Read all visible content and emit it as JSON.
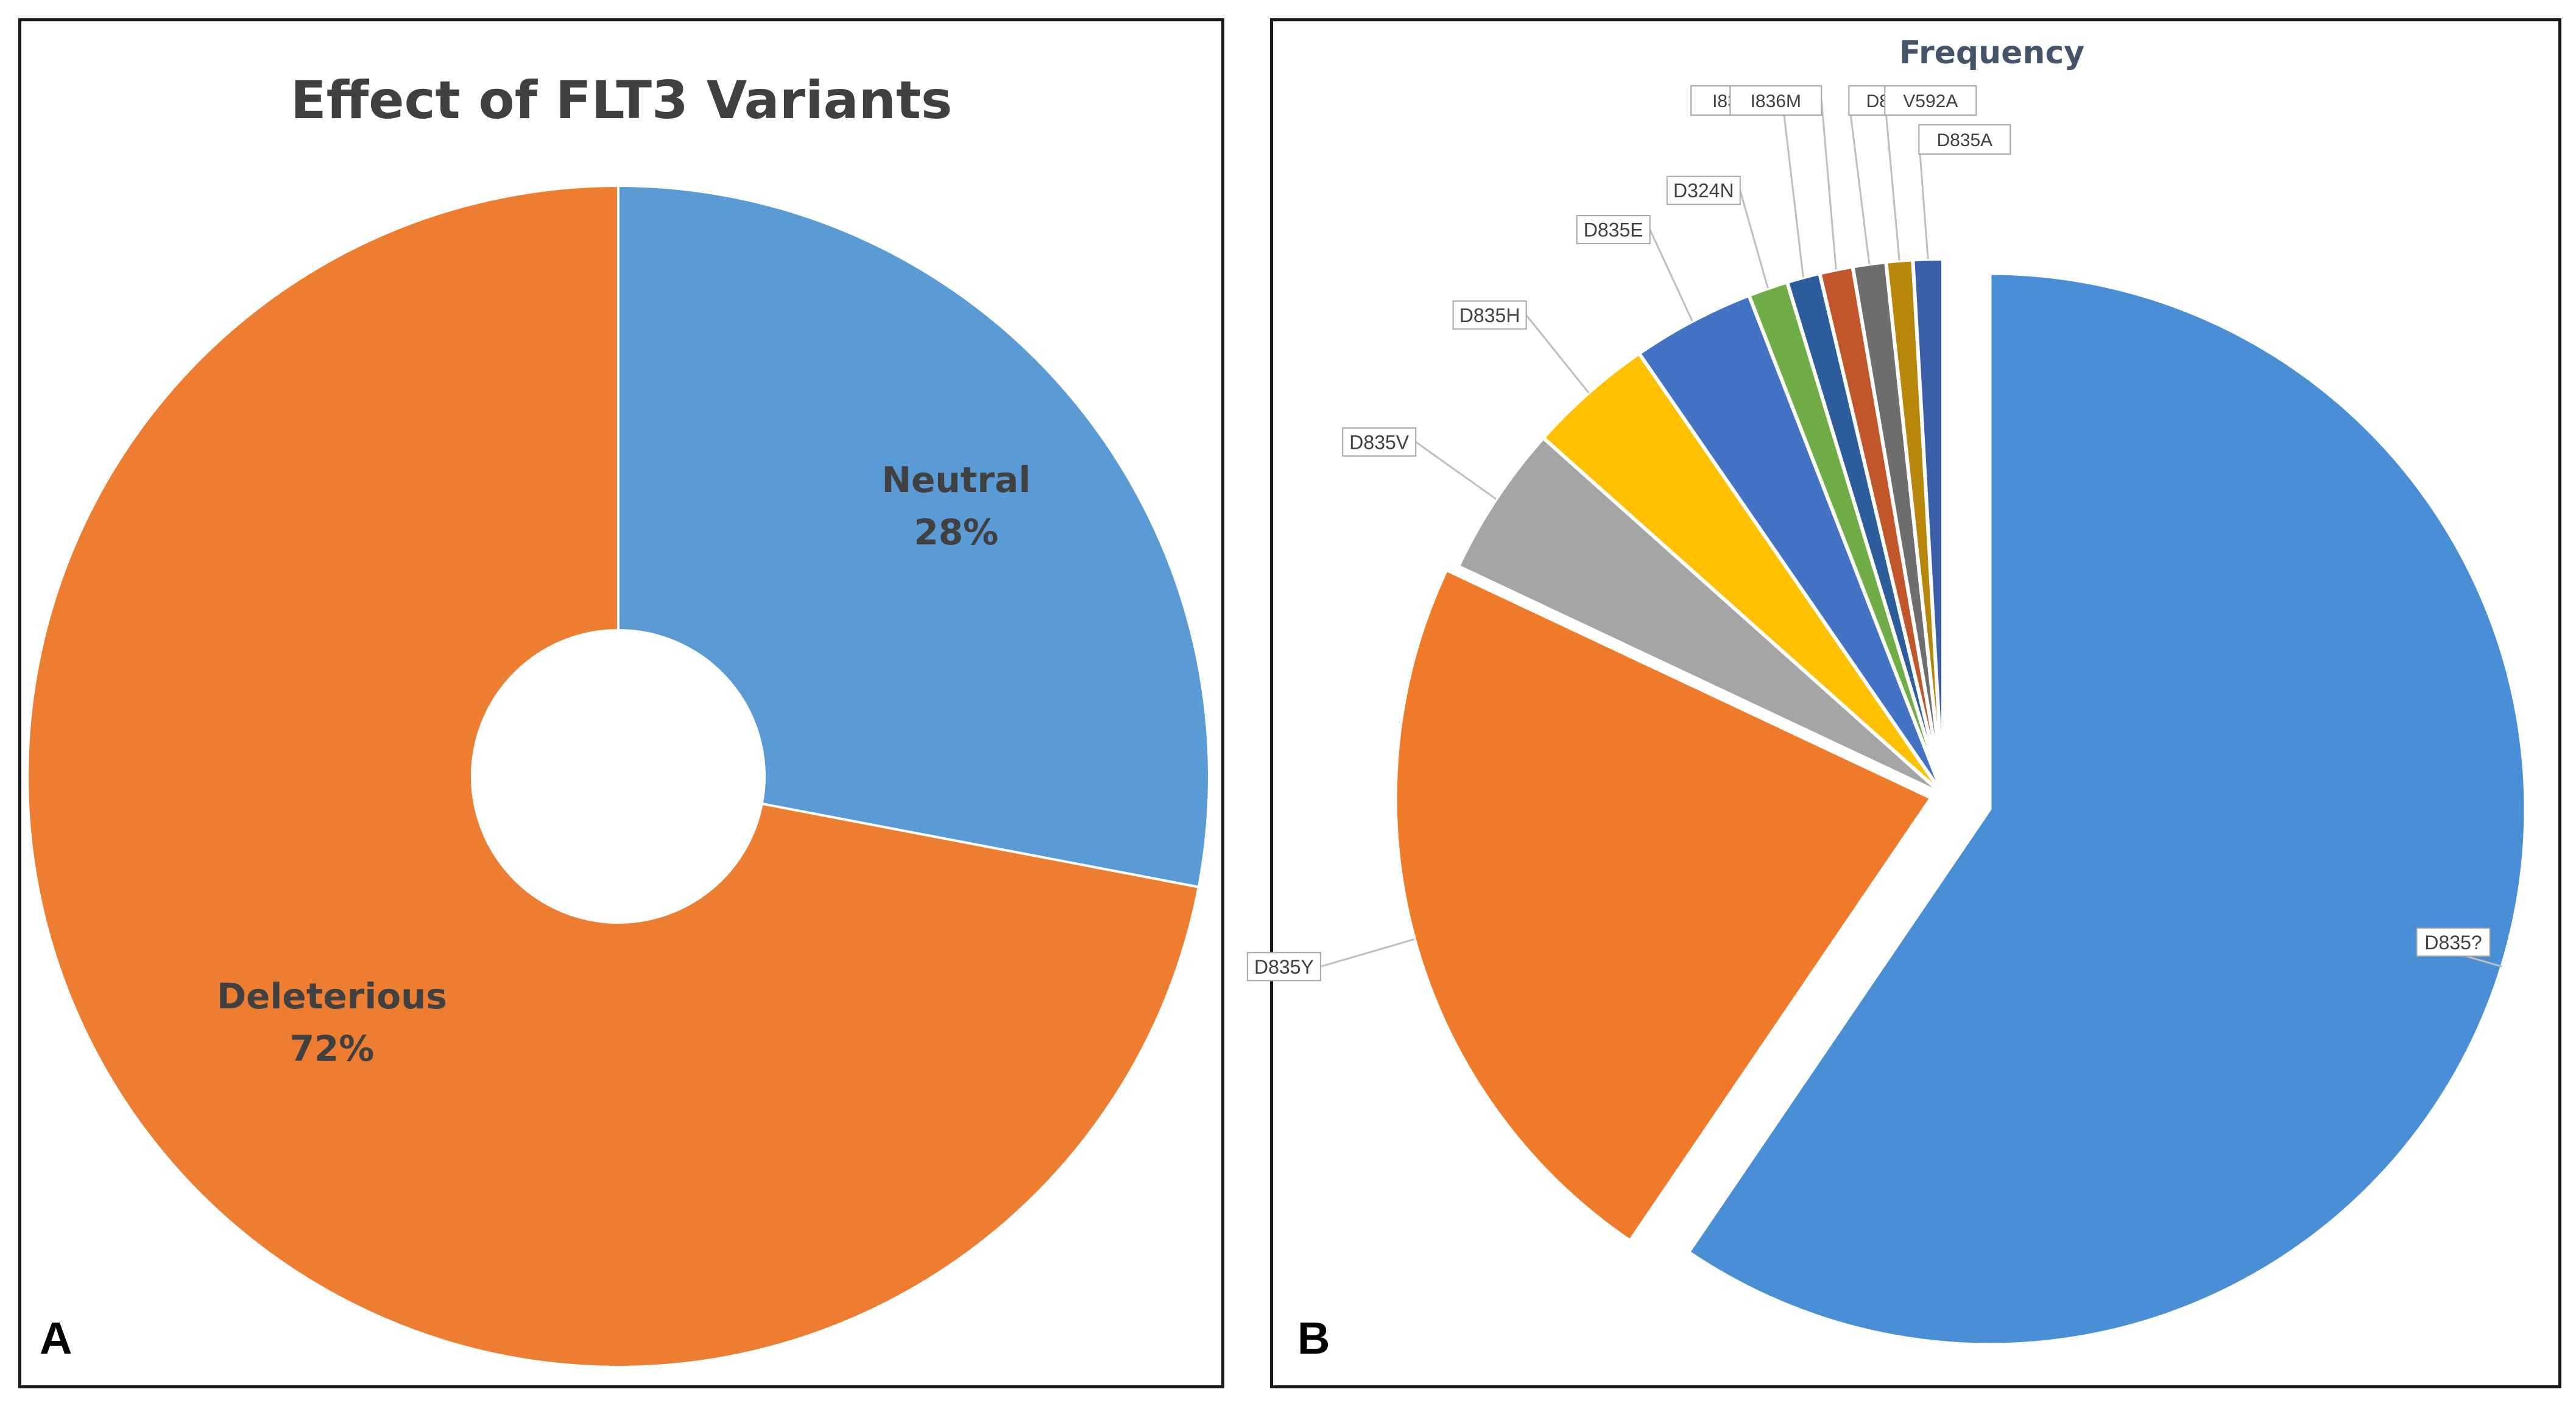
{
  "panels": {
    "a_label": "A",
    "b_label": "B"
  },
  "chart_data": [
    {
      "type": "pie",
      "title": "Effect of FLT3 Variants",
      "donut": true,
      "slices": [
        {
          "label": "Neutral",
          "value": 28,
          "display": "28%",
          "color": "#5b9bd5"
        },
        {
          "label": "Deleterious",
          "value": 72,
          "display": "72%",
          "color": "#ed7d31"
        }
      ]
    },
    {
      "type": "pie",
      "title": "Frequency",
      "exploded": true,
      "slices": [
        {
          "label": "D835?",
          "value": 59.5,
          "color": "#4a8fd6"
        },
        {
          "label": "D835Y",
          "value": 22.5,
          "color": "#ee7a2a"
        },
        {
          "label": "D835V",
          "value": 4.6,
          "color": "#a5a5a5"
        },
        {
          "label": "D835H",
          "value": 3.8,
          "color": "#ffc000"
        },
        {
          "label": "D835E",
          "value": 3.7,
          "color": "#4472c4"
        },
        {
          "label": "D324N",
          "value": 1.2,
          "color": "#70ad47"
        },
        {
          "label": "I836H",
          "value": 1.0,
          "color": "#2e5d9e"
        },
        {
          "label": "I836M",
          "value": 1.0,
          "color": "#c0562a"
        },
        {
          "label": "D835N",
          "value": 1.0,
          "color": "#6e6e6e"
        },
        {
          "label": "V592A",
          "value": 0.8,
          "color": "#b8860b"
        },
        {
          "label": "D835A",
          "value": 0.9,
          "color": "#3a5ea8"
        }
      ]
    }
  ]
}
